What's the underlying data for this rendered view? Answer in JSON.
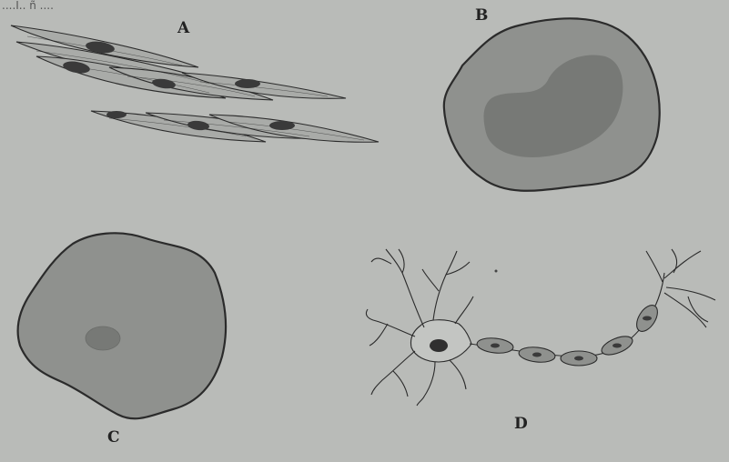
{
  "header_fragment": "....Ì.. ñ ....",
  "labels": {
    "a": "A",
    "b": "B",
    "c": "C",
    "d": "D"
  },
  "colors": {
    "paper": "#b9bbb8",
    "ink": "#2b2b2b",
    "cell_fill": "#8f918e",
    "nucleus_dark": "#3a3a3a",
    "nucleus_soft": "#777976",
    "cytoplasm_light": "#a5a7a4"
  }
}
